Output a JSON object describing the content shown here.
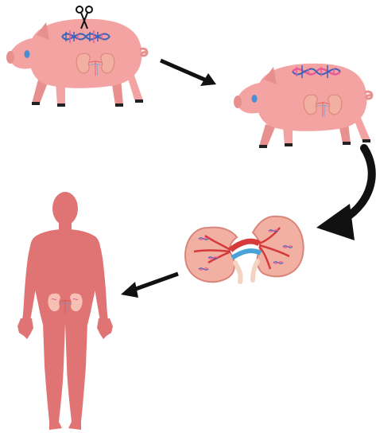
{
  "figure": {
    "panels": [
      {
        "id": "pig-edited",
        "icon": "scissors-icon"
      },
      {
        "id": "pig-modified",
        "icon": "dna-icon"
      },
      {
        "id": "pig-kidneys",
        "icon": "kidney-icon"
      },
      {
        "id": "human-recipient",
        "icon": "human-body-icon"
      }
    ],
    "arrows": [
      "pig-edited-to-pig-modified",
      "pig-modified-to-kidneys",
      "kidneys-to-human"
    ]
  },
  "colors": {
    "pig_body": "#f4a3a3",
    "pig_dark": "#e88f8f",
    "human_body": "#e07474",
    "human_dark": "#cf6161",
    "kidney_fill": "#f2b0a3",
    "kidney_stroke": "#d9857a",
    "artery": "#d63a3a",
    "vein": "#4aa3d8",
    "dna_blue": "#3a63b8",
    "dna_pink": "#e65a9a",
    "eye_blue": "#4a8fd4",
    "arrow": "#111111"
  }
}
